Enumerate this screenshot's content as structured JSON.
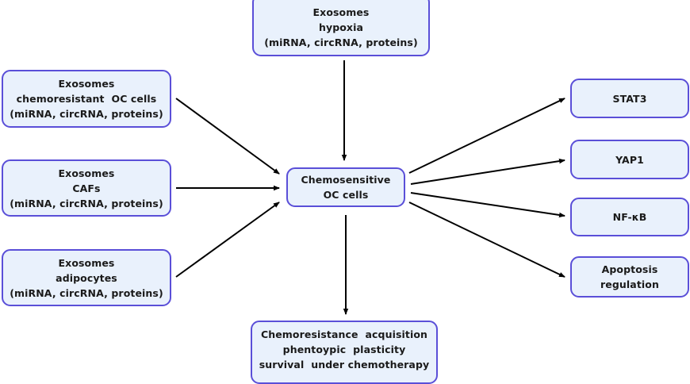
{
  "diagram": {
    "colors": {
      "node_fill": "#E9F1FC",
      "node_border": "#5A4FD8",
      "text": "#1a1a1a",
      "arrow": "#000000"
    },
    "nodes": {
      "hypoxia": {
        "lines": [
          "Exosomes",
          "hypoxia",
          "(miRNA, circRNA, proteins)"
        ]
      },
      "chemoresistant": {
        "lines": [
          "Exosomes",
          "chemoresistant  OC cells",
          "(miRNA, circRNA, proteins)"
        ]
      },
      "cafs": {
        "lines": [
          "Exosomes",
          "CAFs",
          "(miRNA, circRNA, proteins)"
        ]
      },
      "adipocytes": {
        "lines": [
          "Exosomes",
          "adipocytes",
          "(miRNA, circRNA, proteins)"
        ]
      },
      "center": {
        "lines": [
          "Chemosensitive",
          "OC cells"
        ]
      },
      "stat3": {
        "lines": [
          "STAT3"
        ]
      },
      "yap1": {
        "lines": [
          "YAP1"
        ]
      },
      "nfkb": {
        "lines": [
          "NF-κB"
        ]
      },
      "apoptosis": {
        "lines": [
          "Apoptosis",
          "regulation"
        ]
      },
      "outcome": {
        "lines": [
          "Chemoresistance  acquisition",
          "phentoypic  plasticity",
          "survival  under chemotherapy"
        ]
      }
    },
    "edges": [
      {
        "from": "hypoxia",
        "to": "center"
      },
      {
        "from": "chemoresistant",
        "to": "center"
      },
      {
        "from": "cafs",
        "to": "center"
      },
      {
        "from": "adipocytes",
        "to": "center"
      },
      {
        "from": "center",
        "to": "stat3"
      },
      {
        "from": "center",
        "to": "yap1"
      },
      {
        "from": "center",
        "to": "nfkb"
      },
      {
        "from": "center",
        "to": "apoptosis"
      },
      {
        "from": "center",
        "to": "outcome"
      }
    ]
  }
}
